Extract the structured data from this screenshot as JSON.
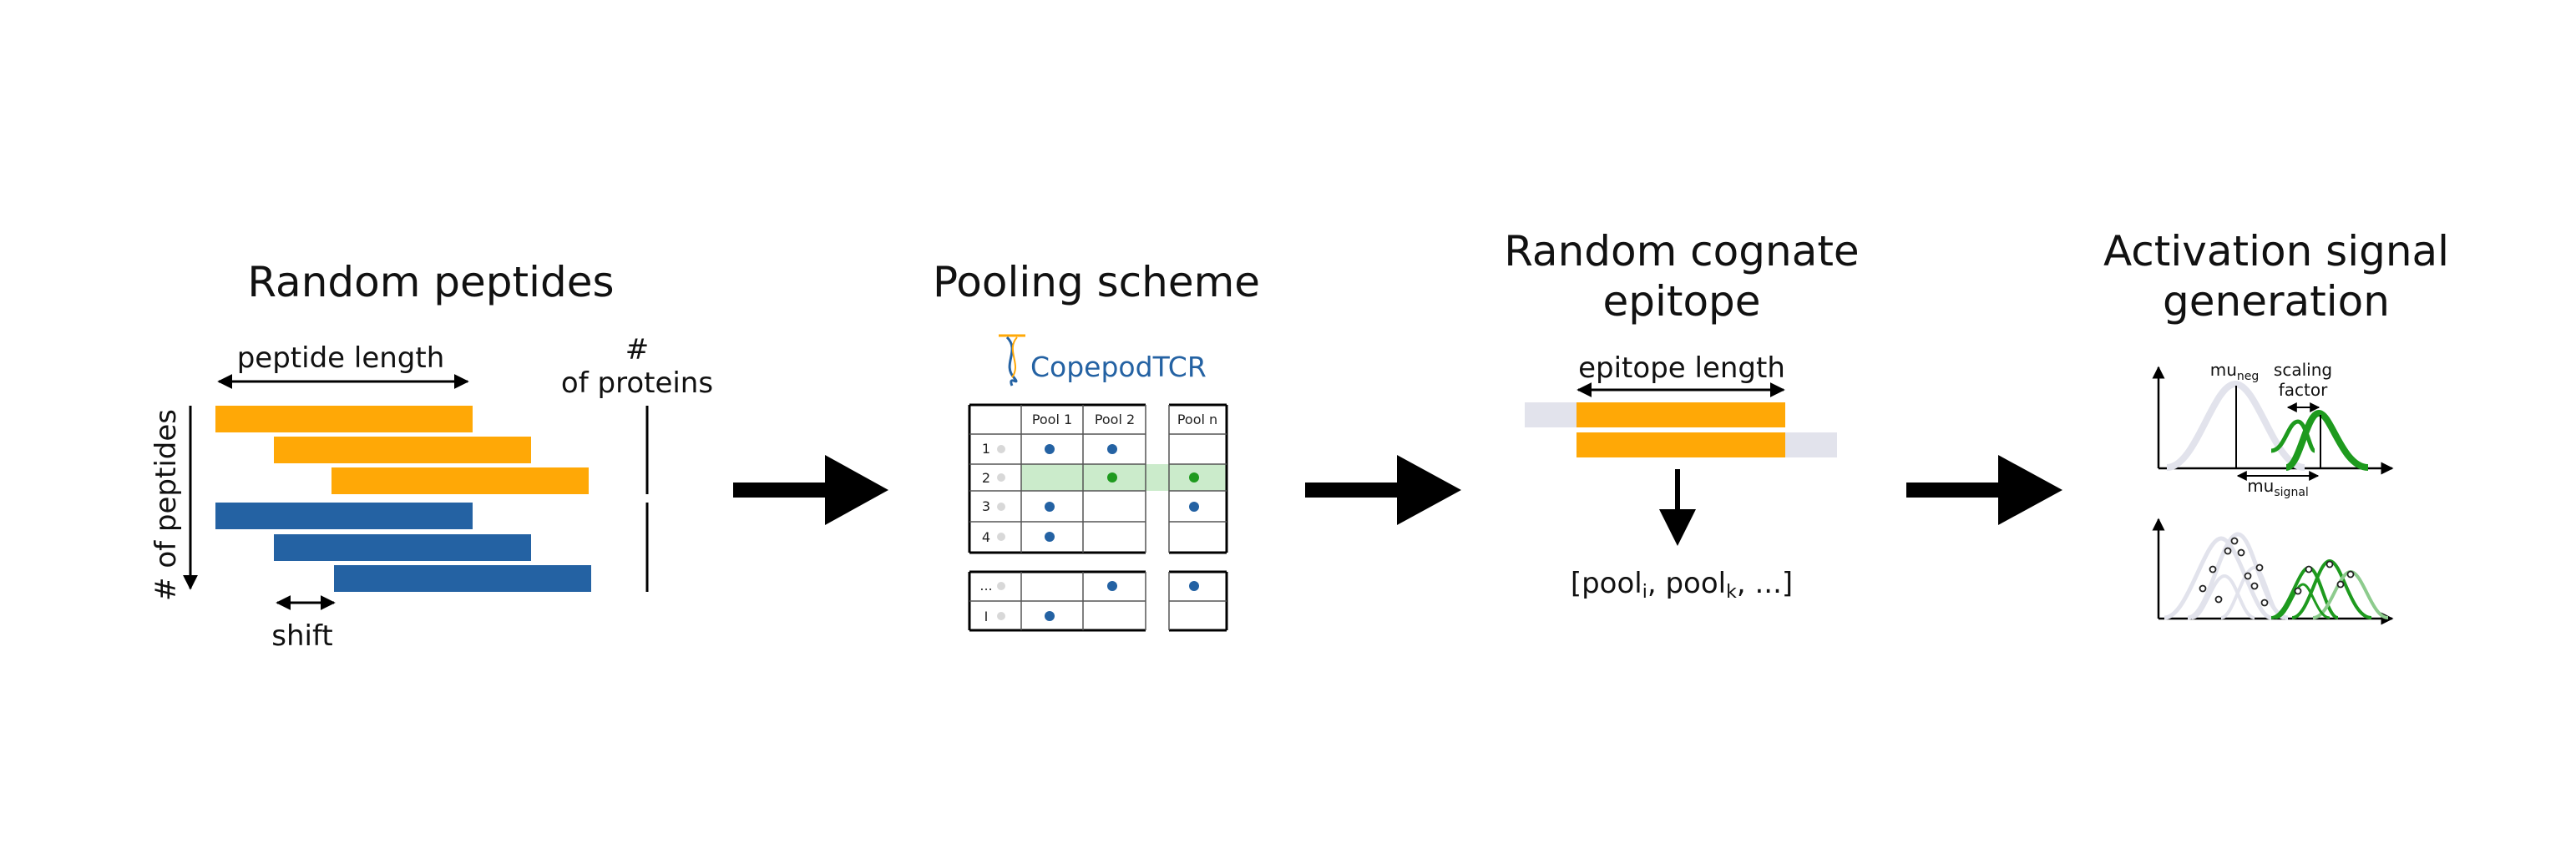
{
  "colors": {
    "orange": "#FFA806",
    "blue": "#2462A3",
    "green": "#1E9A1E",
    "light_green": "#CBEBCB",
    "grey": "#E2E3EC",
    "black": "#000000"
  },
  "panel1": {
    "title": "Random peptides",
    "peptide_length_label": "peptide length",
    "proteins_hash": "#",
    "proteins_label": "of proteins",
    "peptides_label": "# of peptides",
    "shift_label": "shift"
  },
  "panel2": {
    "title": "Pooling scheme",
    "logo_text": "CopepodTCR",
    "columns": [
      "Pool 1",
      "Pool 2",
      "Pool n"
    ],
    "rows": [
      "1",
      "2",
      "3",
      "4",
      "...",
      "I"
    ]
  },
  "panel3": {
    "title_line1": "Random cognate",
    "title_line2": "epitope",
    "epitope_length_label": "epitope length",
    "result_prefix": "[pool",
    "result_sub_i": "i",
    "result_mid": ", pool",
    "result_sub_k": "k",
    "result_suffix": ", ...]"
  },
  "panel4": {
    "title_line1": "Activation signal",
    "title_line2": "generation",
    "mu_neg": "mu",
    "mu_neg_sub": "neg",
    "scaling_line1": "scaling",
    "scaling_line2": "factor",
    "mu_signal": "mu",
    "mu_signal_sub": "signal"
  },
  "arrows": [
    "arrow",
    "arrow",
    "arrow"
  ]
}
